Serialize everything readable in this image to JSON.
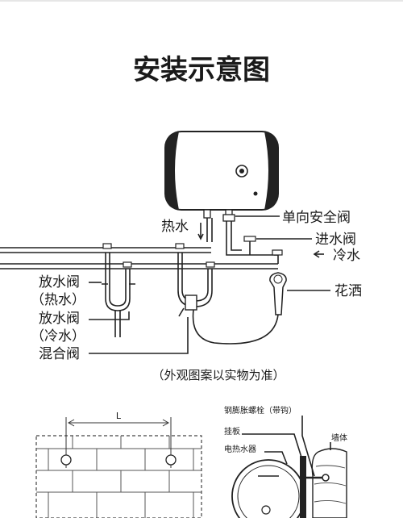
{
  "title": "安装示意图",
  "caption": "（外观图案以实物为准）",
  "labels": {
    "hot_water": "热水",
    "check_valve": "单向安全阀",
    "inlet_valve": "进水阀",
    "cold_water": "冷水",
    "drain_hot_1": "放水阀",
    "drain_hot_2": "（热水）",
    "drain_cold_1": "放水阀",
    "drain_cold_2": "（冷水）",
    "mixing_valve": "混合阀",
    "shower": "花洒"
  },
  "lower": {
    "dimension": "L",
    "bolt": "钢膨胀螺栓（带钩）",
    "plate": "挂板",
    "heater": "电热水器",
    "wall": "墙体"
  }
}
